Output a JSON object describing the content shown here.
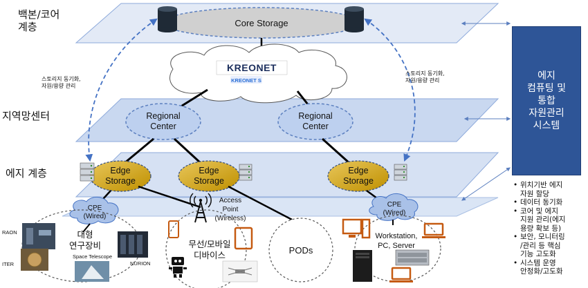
{
  "layers": {
    "backbone": "백본/코어\n계층",
    "regional": "지역망센터",
    "edge": "에지 계층"
  },
  "core_storage": "Core Storage",
  "network": {
    "logo_main": "KREONET",
    "logo_sub": "KREONET S"
  },
  "sync_note_left": "스토리지 동기화,\n자원/용량 관리",
  "sync_note_right": "스토리지 동기화,\n자원/용량 관리",
  "regional_centers": [
    "Regional\nCenter",
    "Regional\nCenter"
  ],
  "edge_storages": [
    "Edge\nStorage",
    "Edge\nStorage",
    "Edge\nStorage"
  ],
  "cpe_left": "CPE\n(Wired)",
  "cpe_right": "CPE\n(Wired)",
  "access_point": "Access\nPoint\n(Wireless)",
  "research": {
    "title": "대형\n연구장비",
    "facilities": [
      "RAON",
      "ITER",
      "Space Telescope",
      "NURION"
    ]
  },
  "mobile_devices": "무선/모바일\n디바이스",
  "pods": "PODs",
  "workstation": "Workstation,\nPC, Server",
  "edge_system": "에지\n컴퓨팅 및\n통합\n자원관리\n시스템",
  "features": [
    "위치기반 에지\n자원 할당",
    "데이터 동기화",
    "코어 및 에지\n지원 관리(에지\n용량 확보 등)",
    "보안, 모니터링\n/관리 등 핵심\n기능 고도화",
    "시스템 운영\n안정화/고도화"
  ],
  "colors": {
    "layer_fill": "#c9d8f0",
    "layer_stroke": "#8eaadb",
    "regional_fill": "#bdd0ef",
    "edge_fill": "#bf9000",
    "side_box": "#2e5597",
    "device_orange": "#c55a11",
    "dash_blue": "#4472c4"
  }
}
